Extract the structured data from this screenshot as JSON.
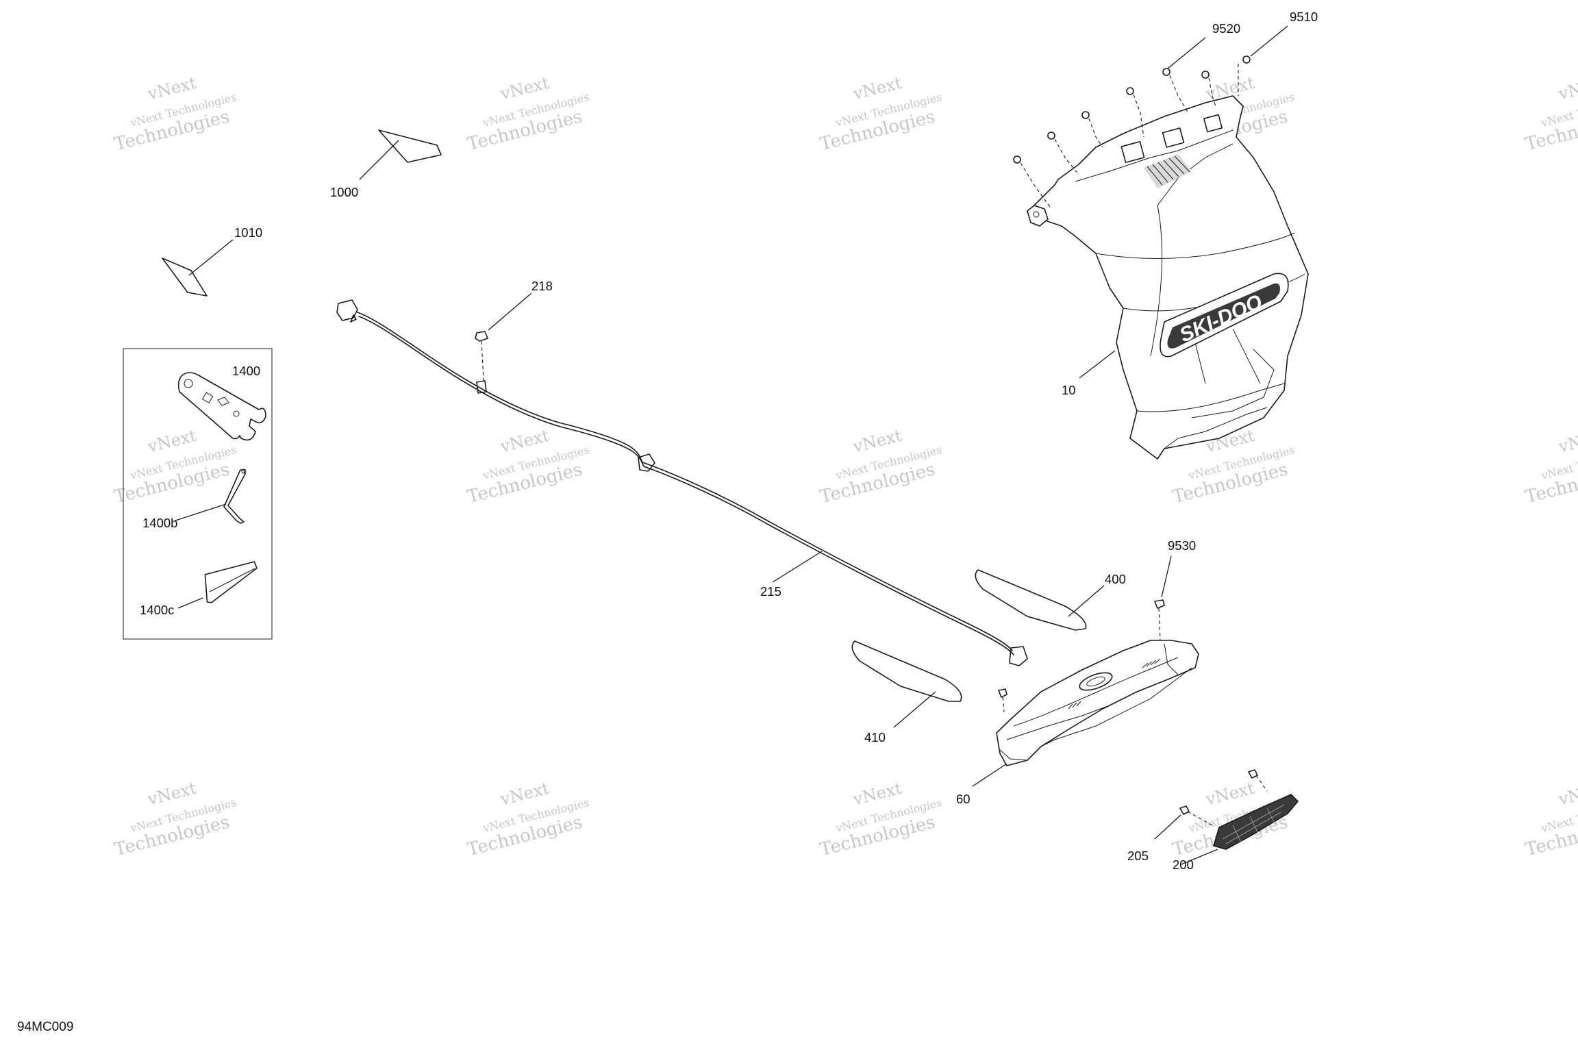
{
  "diagram_code": "94MC009",
  "watermark": {
    "line1": "vNext",
    "line2": "vNext Technologies",
    "line3": "Technologies"
  },
  "callouts": {
    "c1000": "1000",
    "c1010": "1010",
    "c218": "218",
    "c1400": "1400",
    "c1400b": "1400b",
    "c1400c": "1400c",
    "c215": "215",
    "c10": "10",
    "c9520": "9520",
    "c9510": "9510",
    "c9530": "9530",
    "c400": "400",
    "c410": "410",
    "c60": "60",
    "c205": "205",
    "c200": "200"
  },
  "hood_logo_text": "SKI-DOO",
  "colors": {
    "line": "#1a1a1a",
    "watermark": "#c7c7c7",
    "background": "#ffffff"
  }
}
